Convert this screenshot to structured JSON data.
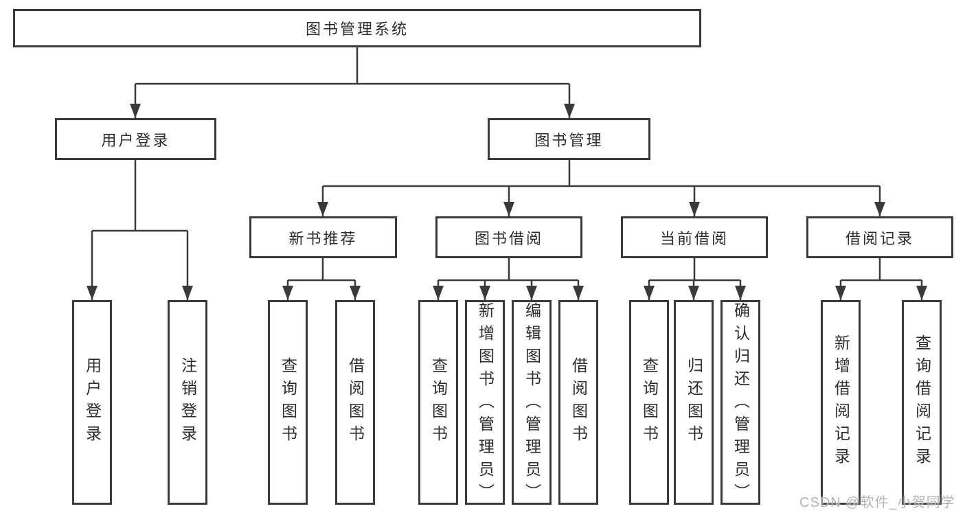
{
  "diagram": {
    "type": "hierarchy-tree",
    "orientation": "top-down",
    "colors": {
      "line": "#3a3a3a",
      "box_border": "#3a3a3a",
      "box_fill": "#ffffff",
      "text": "#2d2d2d",
      "background": "#ffffff",
      "watermark": "#b3b3b3"
    }
  },
  "tree": {
    "label": "图书管理系统",
    "children": [
      {
        "label": "用户登录",
        "children": [
          {
            "label": "用户登录"
          },
          {
            "label": "注销登录"
          }
        ]
      },
      {
        "label": "图书管理",
        "children": [
          {
            "label": "新书推荐",
            "children": [
              {
                "label": "查询图书"
              },
              {
                "label": "借阅图书"
              }
            ]
          },
          {
            "label": "图书借阅",
            "children": [
              {
                "label": "查询图书"
              },
              {
                "label": "新增图书（管理员）"
              },
              {
                "label": "编辑图书（管理员）"
              },
              {
                "label": "借阅图书"
              }
            ]
          },
          {
            "label": "当前借阅",
            "children": [
              {
                "label": "查询图书"
              },
              {
                "label": "归还图书"
              },
              {
                "label": "确认归还（管理员）"
              }
            ]
          },
          {
            "label": "借阅记录",
            "children": [
              {
                "label": "新增借阅记录"
              },
              {
                "label": "查询借阅记录"
              }
            ]
          }
        ]
      }
    ]
  },
  "watermark": {
    "text": "CSDN @软件_小贺同学"
  }
}
